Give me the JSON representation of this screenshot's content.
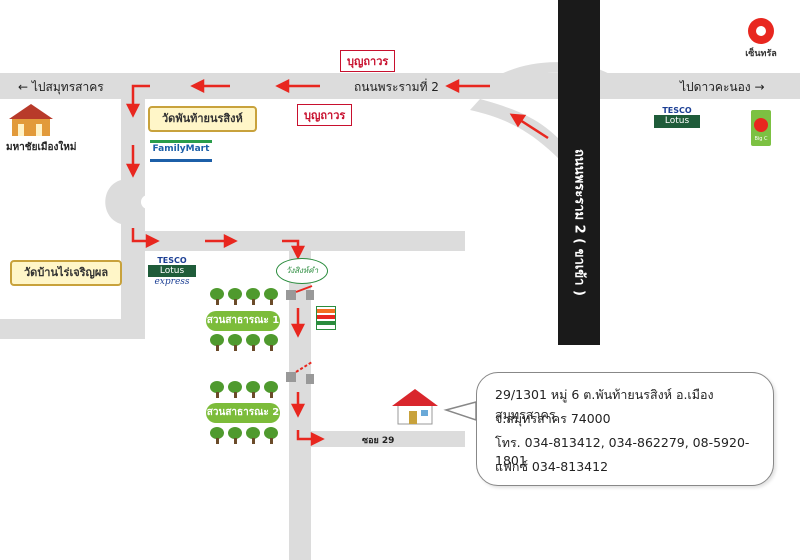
{
  "map": {
    "roads": {
      "main_road": "ถนนพระรามที่ 2",
      "to_samut_sakhon": "ไปสมุทรสาคร",
      "to_dao_khanong": "ไปดาวคะนอง",
      "vertical_road": "ถนนพระราม 2 ( ขาเข้า )",
      "soi": "ซอย 29"
    },
    "places": {
      "temple_pan": "วัดพันท้ายนรสิงห์",
      "temple_ban_rai": "วัดบ้านไร่เจริญผล",
      "university": "มหาชัยเมืองใหม่",
      "park_1": "สวนสาธารณะ 1",
      "park_2": "สวนสาธารณะ 2"
    },
    "brands": {
      "boonthavorn_1": "บุญถาวร",
      "boonthavorn_2": "บุญถาวร",
      "familymart": "FamilyMart",
      "tesco_top": "TESCO",
      "lotus_top": "Lotus",
      "tesco_express": "TESCO",
      "lotus_express": "Lotus",
      "express": "express",
      "central": "เซ็นทรัล",
      "bigc": "Big C",
      "village_logo": "วังสิงห์คำ"
    },
    "address": {
      "line1": "29/1301 หมู่ 6  ต.พันท้ายนรสิงห์  อ.เมืองสมุทรสาคร",
      "line2": "จ.สมุทรสาคร 74000",
      "line3": "โทร. 034-813412,  034-862279,  08-5920-1801",
      "line4": "แฟกซ์ 034-813412"
    },
    "colors": {
      "road": "#dcdcdc",
      "overpass": "#1a1a1a",
      "arrow": "#e8271f",
      "park": "#7cbc3a",
      "house_roof": "#d9262c"
    }
  }
}
